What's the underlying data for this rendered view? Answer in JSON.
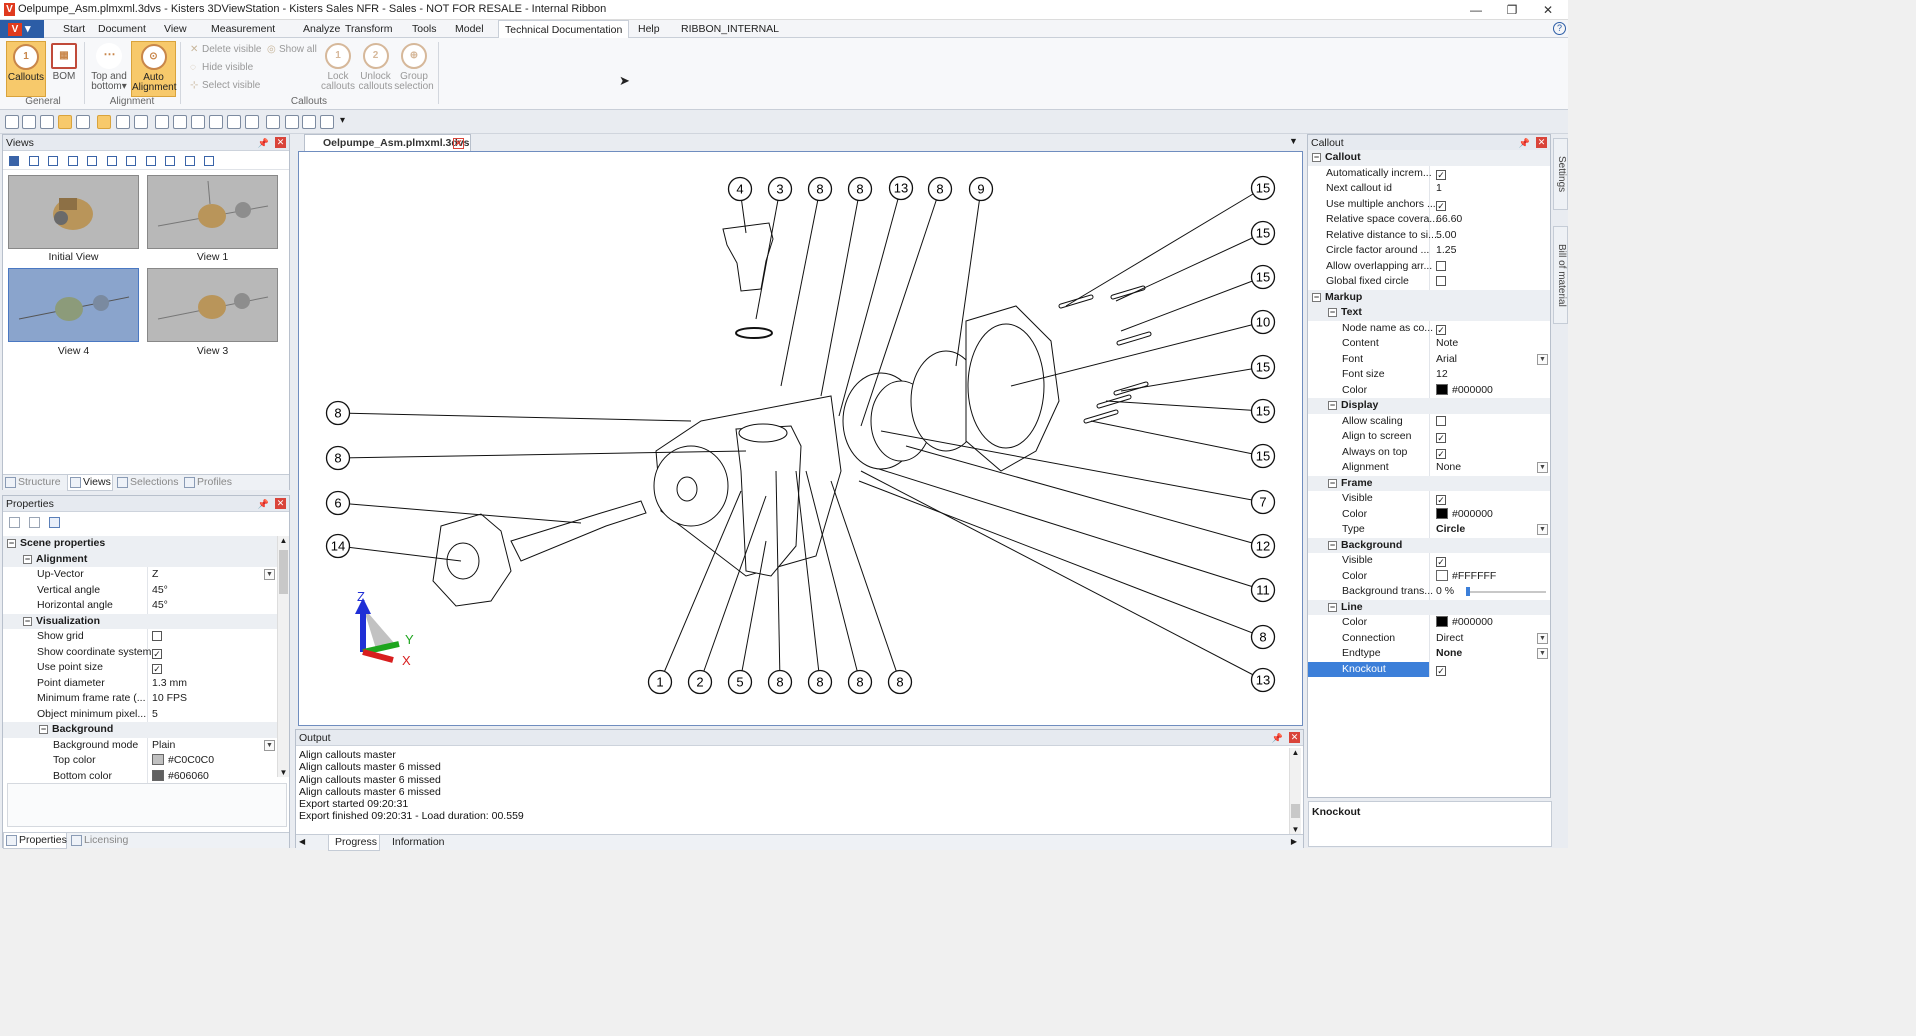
{
  "window": {
    "title": "Oelpumpe_Asm.plmxml.3dvs - Kisters 3DViewStation - Kisters Sales NFR - Sales - NOT FOR RESALE - Internal Ribbon",
    "minimize": "—",
    "maximize": "❐",
    "close": "✕",
    "help": "?"
  },
  "menu": {
    "app_button": "V",
    "tabs": [
      "Start",
      "Document",
      "View",
      "Measurement",
      "Analyze",
      "Transform",
      "Tools",
      "Model",
      "Technical Documentation",
      "Help",
      "RIBBON_INTERNAL"
    ],
    "active_tab": "Technical Documentation"
  },
  "ribbon": {
    "callouts": "Callouts",
    "bom": "BOM",
    "top_bottom_1": "Top and",
    "top_bottom_2": "bottom",
    "auto_align_1": "Auto",
    "auto_align_2": "Alignment",
    "delete_visible": "Delete visible",
    "hide_visible": "Hide visible",
    "select_visible": "Select visible",
    "show_all": "Show all",
    "lock_1": "Lock",
    "lock_2": "callouts",
    "unlock_1": "Unlock",
    "unlock_2": "callouts",
    "group_1": "Group",
    "group_2": "selection",
    "group_general": "General",
    "group_alignment": "Alignment",
    "group_callouts": "Callouts"
  },
  "views_panel": {
    "title": "Views",
    "thumbnails": [
      "Initial View",
      "View 1",
      "View 4",
      "View 3"
    ],
    "tabs": [
      "Structure",
      "Views",
      "Selections",
      "Profiles"
    ],
    "active_tab": "Views"
  },
  "properties_panel": {
    "title": "Properties",
    "rows": [
      {
        "type": "sec",
        "label": "Scene properties",
        "level": 0
      },
      {
        "type": "sec",
        "label": "Alignment",
        "level": 1
      },
      {
        "type": "dd",
        "label": "Up-Vector",
        "value": "Z",
        "level": 2
      },
      {
        "type": "txt",
        "label": "Vertical angle",
        "value": "45°",
        "level": 2
      },
      {
        "type": "txt",
        "label": "Horizontal angle",
        "value": "45°",
        "level": 2
      },
      {
        "type": "sec",
        "label": "Visualization",
        "level": 1
      },
      {
        "type": "chk",
        "label": "Show grid",
        "value": "",
        "level": 2
      },
      {
        "type": "chk",
        "label": "Show coordinate system",
        "value": "✓",
        "level": 2
      },
      {
        "type": "chk",
        "label": "Use point size",
        "value": "✓",
        "level": 2
      },
      {
        "type": "txt",
        "label": "Point diameter",
        "value": "1.3 mm",
        "level": 2
      },
      {
        "type": "txt",
        "label": "Minimum frame rate (...",
        "value": "10 FPS",
        "level": 2
      },
      {
        "type": "txt",
        "label": "Object minimum pixel...",
        "value": "5",
        "level": 2
      },
      {
        "type": "sec",
        "label": "Background",
        "level": 2
      },
      {
        "type": "dd",
        "label": "Background mode",
        "value": "Plain",
        "level": 3
      },
      {
        "type": "col",
        "label": "Top color",
        "value": "#C0C0C0",
        "level": 3
      },
      {
        "type": "col",
        "label": "Bottom color",
        "value": "#606060",
        "level": 3
      }
    ],
    "tabs": [
      "Properties",
      "Licensing"
    ]
  },
  "document": {
    "tab": "Oelpumpe_Asm.plmxml.3dvs",
    "axis_labels": {
      "z": "Z",
      "y": "Y",
      "x": "X"
    },
    "callouts": [
      {
        "n": "4"
      },
      {
        "n": "3"
      },
      {
        "n": "8"
      },
      {
        "n": "8"
      },
      {
        "n": "13"
      },
      {
        "n": "8"
      },
      {
        "n": "9"
      },
      {
        "n": "15"
      },
      {
        "n": "15"
      },
      {
        "n": "15"
      },
      {
        "n": "10"
      },
      {
        "n": "15"
      },
      {
        "n": "15"
      },
      {
        "n": "15"
      },
      {
        "n": "7"
      },
      {
        "n": "12"
      },
      {
        "n": "11"
      },
      {
        "n": "8"
      },
      {
        "n": "13"
      },
      {
        "n": "8"
      },
      {
        "n": "8"
      },
      {
        "n": "6"
      },
      {
        "n": "14"
      },
      {
        "n": "1"
      },
      {
        "n": "2"
      },
      {
        "n": "5"
      },
      {
        "n": "8"
      },
      {
        "n": "8"
      },
      {
        "n": "8"
      },
      {
        "n": "8"
      }
    ]
  },
  "output_panel": {
    "title": "Output",
    "lines": [
      "Align callouts master",
      "Align callouts master 6 missed",
      "Align callouts master 6 missed",
      "Align callouts master 6 missed",
      "Export started 09:20:31",
      "Export finished 09:20:31 - Load duration: 00.559"
    ],
    "tabs": [
      "Progress",
      "Information"
    ]
  },
  "callout_panel": {
    "title": "Callout",
    "rows": [
      {
        "type": "sec",
        "label": "Callout",
        "level": 0
      },
      {
        "type": "chk",
        "label": "Automatically increm...",
        "value": "✓",
        "level": 1
      },
      {
        "type": "txt",
        "label": "Next callout id",
        "value": "1",
        "level": 1
      },
      {
        "type": "chk",
        "label": "Use multiple anchors ...",
        "value": "✓",
        "level": 1
      },
      {
        "type": "txt",
        "label": "Relative space covera...",
        "value": "66.60",
        "level": 1
      },
      {
        "type": "txt",
        "label": "Relative distance to si...",
        "value": "5.00",
        "level": 1
      },
      {
        "type": "txt",
        "label": "Circle factor around ...",
        "value": "1.25",
        "level": 1
      },
      {
        "type": "chk",
        "label": "Allow overlapping arr...",
        "value": "",
        "level": 1
      },
      {
        "type": "chk",
        "label": "Global fixed circle",
        "value": "",
        "level": 1
      },
      {
        "type": "sec",
        "label": "Markup",
        "level": 0
      },
      {
        "type": "sec",
        "label": "Text",
        "level": 1
      },
      {
        "type": "chk",
        "label": "Node name as co...",
        "value": "✓",
        "level": 2
      },
      {
        "type": "txt",
        "label": "Content",
        "value": "Note",
        "level": 2
      },
      {
        "type": "dd",
        "label": "Font",
        "value": "Arial",
        "level": 2
      },
      {
        "type": "txt",
        "label": "Font size",
        "value": "12",
        "level": 2
      },
      {
        "type": "col",
        "label": "Color",
        "value": "#000000",
        "level": 2
      },
      {
        "type": "sec",
        "label": "Display",
        "level": 1
      },
      {
        "type": "chk",
        "label": "Allow scaling",
        "value": "",
        "level": 2
      },
      {
        "type": "chk",
        "label": "Align to screen",
        "value": "✓",
        "level": 2
      },
      {
        "type": "chk",
        "label": "Always on top",
        "value": "✓",
        "level": 2
      },
      {
        "type": "dd",
        "label": "Alignment",
        "value": "None",
        "level": 2
      },
      {
        "type": "sec",
        "label": "Frame",
        "level": 1
      },
      {
        "type": "chk",
        "label": "Visible",
        "value": "✓",
        "level": 2
      },
      {
        "type": "col",
        "label": "Color",
        "value": "#000000",
        "level": 2
      },
      {
        "type": "ddb",
        "label": "Type",
        "value": "Circle",
        "level": 2
      },
      {
        "type": "sec",
        "label": "Background",
        "level": 1
      },
      {
        "type": "chk",
        "label": "Visible",
        "value": "✓",
        "level": 2
      },
      {
        "type": "colw",
        "label": "Color",
        "value": "#FFFFFF",
        "level": 2
      },
      {
        "type": "sld",
        "label": "Background trans...",
        "value": "0 %",
        "level": 2
      },
      {
        "type": "sec",
        "label": "Line",
        "level": 1
      },
      {
        "type": "col",
        "label": "Color",
        "value": "#000000",
        "level": 2
      },
      {
        "type": "dd",
        "label": "Connection",
        "value": "Direct",
        "level": 2
      },
      {
        "type": "ddb",
        "label": "Endtype",
        "value": "None",
        "level": 2
      },
      {
        "type": "sel",
        "label": "Knockout",
        "value": "✓",
        "level": 2
      }
    ],
    "info_title": "Knockout",
    "side_tabs": [
      "Settings",
      "Bill of material"
    ]
  },
  "colors": {
    "accent": "#2c5da6",
    "highlight": "#f7c96b",
    "selection": "#3c7fd9"
  }
}
